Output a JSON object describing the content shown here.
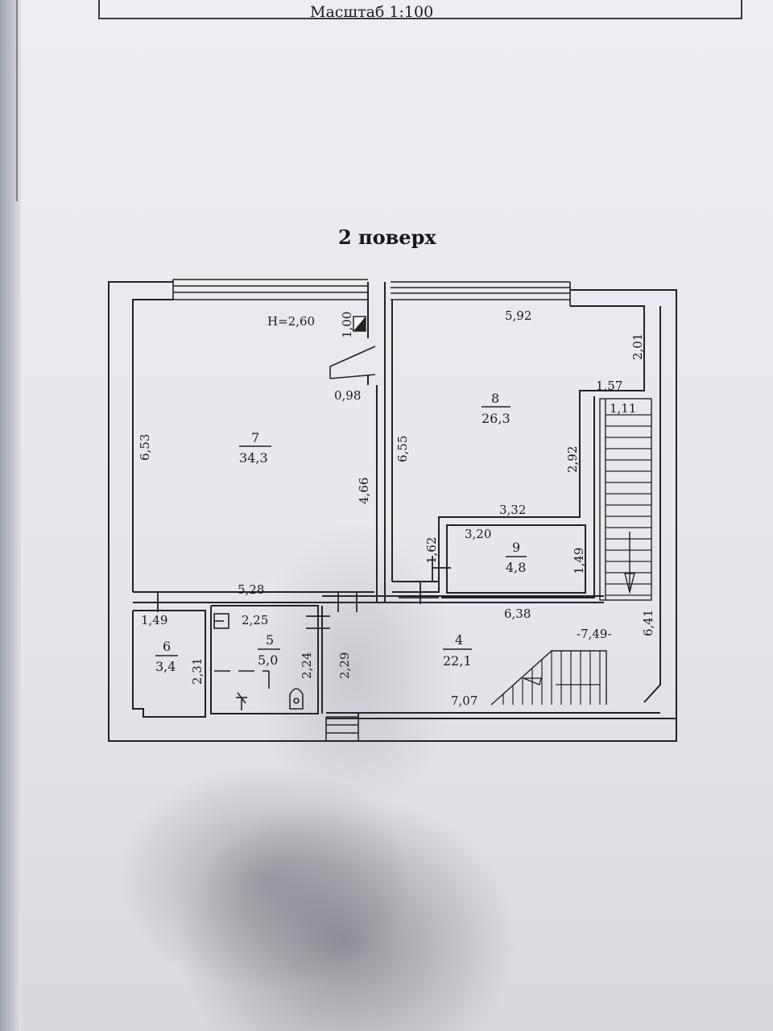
{
  "header": {
    "scale": "Масштаб 1:100"
  },
  "title": "2 поверх",
  "plan": {
    "height_label": "H=2,60",
    "rooms": [
      {
        "number": "7",
        "area": "34,3"
      },
      {
        "number": "8",
        "area": "26,3"
      },
      {
        "number": "9",
        "area": "4,8"
      },
      {
        "number": "4",
        "area": "22,1"
      },
      {
        "number": "5",
        "area": "5,0"
      },
      {
        "number": "6",
        "area": "3,4"
      }
    ],
    "dimensions": {
      "d100": "1,00",
      "d098": "0,98",
      "d653": "6,53",
      "d466": "4,66",
      "d528": "5,28",
      "d592": "5,92",
      "d201": "2,01",
      "d157": "1,57",
      "d111": "1,11",
      "d655": "6,55",
      "d292": "2,92",
      "d332": "3,32",
      "d320": "3,20",
      "d162": "1,62",
      "d149a": "1,49",
      "d638": "6,38",
      "d641": "6,41",
      "d749": "-7,49-",
      "d707": "7,07",
      "d149b": "1,49",
      "d225": "2,25",
      "d231": "2,31",
      "d224": "2,24",
      "d229": "2,29"
    }
  }
}
